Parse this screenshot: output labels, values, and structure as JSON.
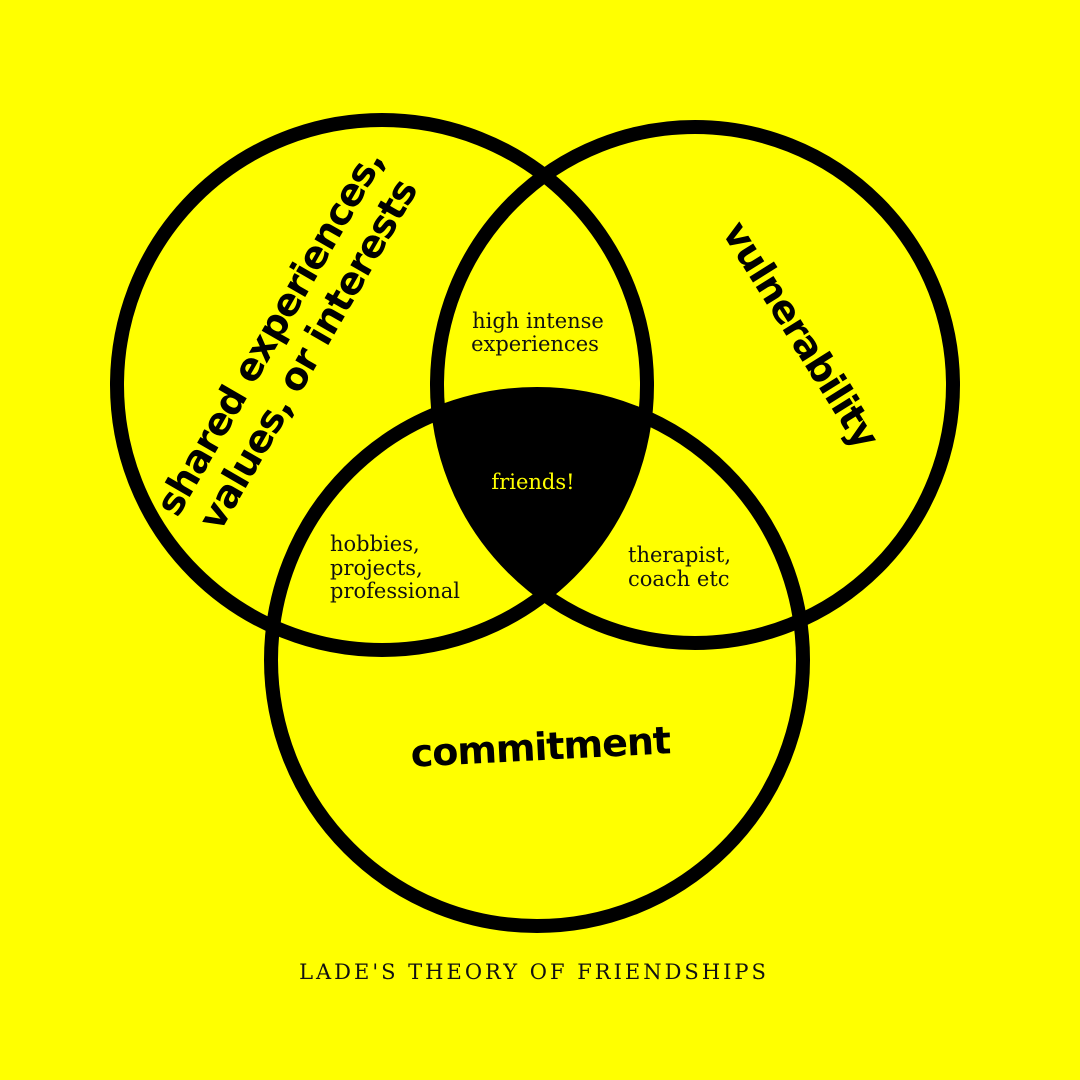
{
  "colors": {
    "background": "#ffff00",
    "ink": "#000000",
    "center_text": "#ffff00"
  },
  "sets": {
    "left": "shared experiences, values, or interests",
    "left_line1": "shared experiences,",
    "left_line2": "values, or interests",
    "right": "vulnerability",
    "bottom": "commitment"
  },
  "overlaps": {
    "left_right_line1": "high intense",
    "left_right_line2": "experiences",
    "left_bottom_line1": "hobbies,",
    "left_bottom_line2": "projects,",
    "left_bottom_line3": "professional",
    "right_bottom_line1": "therapist,",
    "right_bottom_line2": "coach etc",
    "all_three": "friends!"
  },
  "footer": {
    "title": "LADE'S THEORY OF FRIENDSHIPS"
  }
}
